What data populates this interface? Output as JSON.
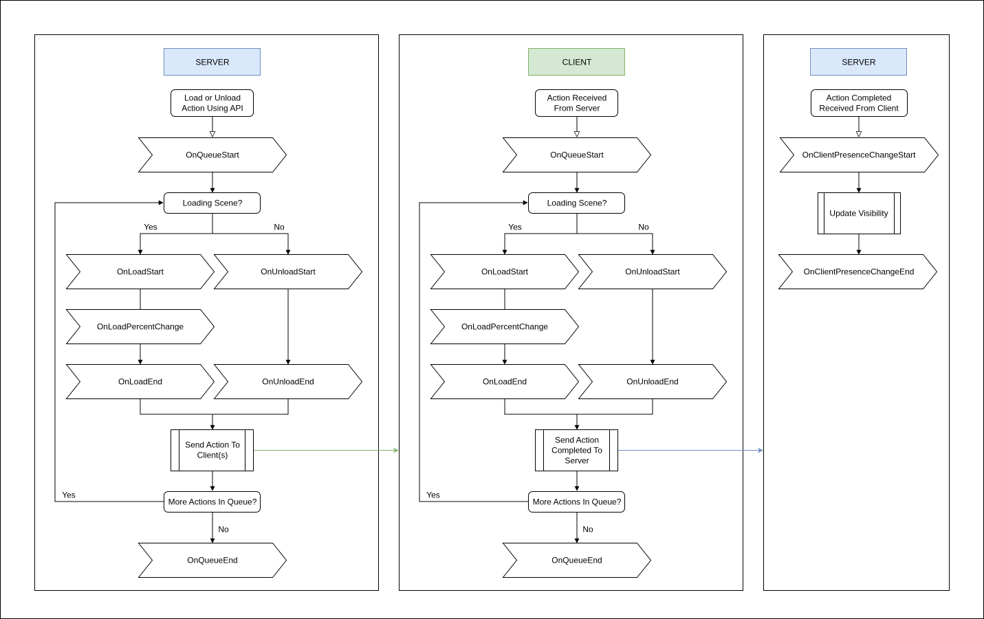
{
  "colors": {
    "server_header_fill": "#dae8fc",
    "server_header_stroke": "#6c8ebf",
    "client_header_fill": "#d5e8d4",
    "client_header_stroke": "#82b366",
    "client_link_arrow": "#82b366",
    "server_link_arrow": "#6c8ebf"
  },
  "server_lane": {
    "title": "SERVER",
    "start": "Load or Unload\nAction Using API",
    "queue_start": "OnQueueStart",
    "loading_decision": "Loading Scene?",
    "yes_label": "Yes",
    "no_label": "No",
    "load_start": "OnLoadStart",
    "unload_start": "OnUnloadStart",
    "load_percent": "OnLoadPercentChange",
    "load_end": "OnLoadEnd",
    "unload_end": "OnUnloadEnd",
    "send_action": "Send Action To\nClient(s)",
    "more_actions": "More Actions In Queue?",
    "loop_yes_label": "Yes",
    "end_no_label": "No",
    "queue_end": "OnQueueEnd"
  },
  "client_lane": {
    "title": "CLIENT",
    "start": "Action Received\nFrom Server",
    "queue_start": "OnQueueStart",
    "loading_decision": "Loading Scene?",
    "yes_label": "Yes",
    "no_label": "No",
    "load_start": "OnLoadStart",
    "unload_start": "OnUnloadStart",
    "load_percent": "OnLoadPercentChange",
    "load_end": "OnLoadEnd",
    "unload_end": "OnUnloadEnd",
    "send_action": "Send Action\nCompleted To\nServer",
    "more_actions": "More Actions In Queue?",
    "loop_yes_label": "Yes",
    "end_no_label": "No",
    "queue_end": "OnQueueEnd"
  },
  "server_end_lane": {
    "title": "SERVER",
    "start": "Action Completed\nReceived From Client",
    "presence_start": "OnClientPresenceChangeStart",
    "update_visibility": "Update Visibility",
    "presence_end": "OnClientPresenceChangeEnd"
  }
}
